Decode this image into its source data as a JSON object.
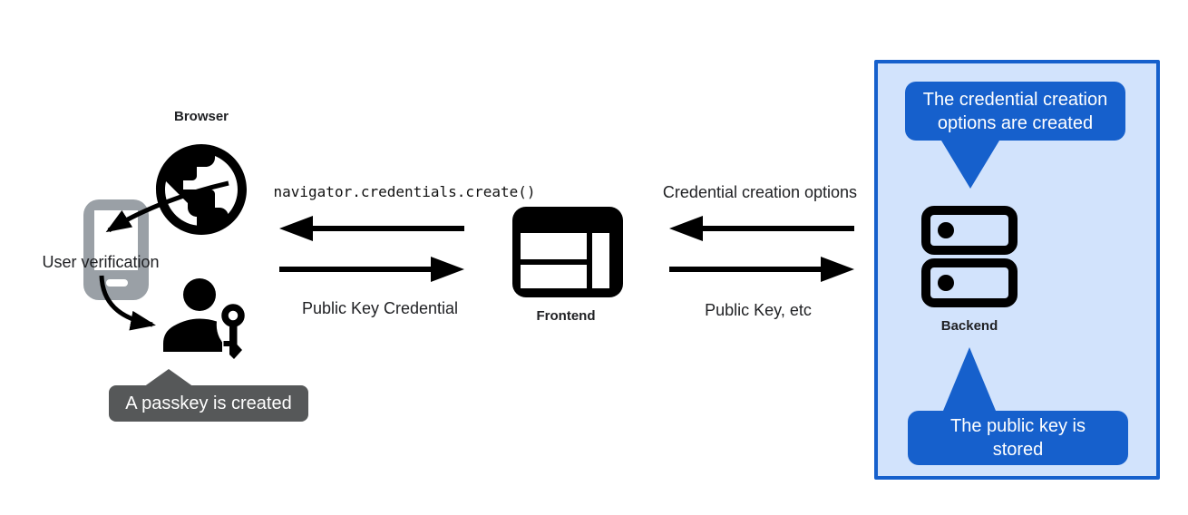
{
  "title": "Passkey registration flow diagram",
  "colors": {
    "accent_blue": "#1660cc",
    "panel_background": "#d2e3fc",
    "dark_tooltip": "#565859",
    "phone_gray": "#9aa0a6",
    "icon_black": "#000000"
  },
  "browser_group": {
    "label": "Browser",
    "user_verification_label": "User verification",
    "passkey_tooltip": "A passkey is created"
  },
  "frontend_group": {
    "label": "Frontend"
  },
  "backend_group": {
    "label": "Backend",
    "tooltip_top": {
      "lines": [
        "The credential creation",
        "options are created"
      ]
    },
    "tooltip_bottom": {
      "lines": [
        "The public key is",
        "stored"
      ]
    }
  },
  "messages": {
    "create_call": "navigator.credentials.create()",
    "public_key_credential": "Public Key Credential",
    "credential_creation_options": "Credential creation options",
    "public_key_etc": "Public Key, etc"
  }
}
